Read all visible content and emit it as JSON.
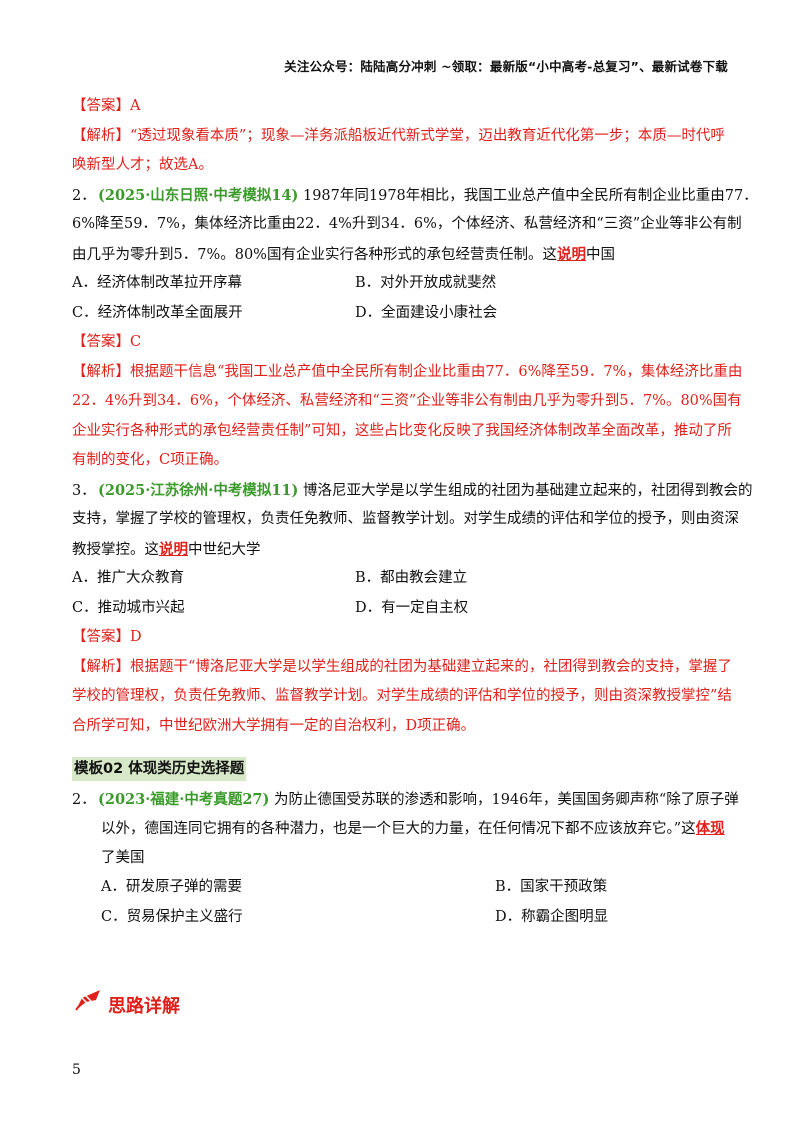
{
  "header": "关注公众号：陆陆高分冲刺 ~领取：最新版“小中高考-总复习”、最新试卷下载",
  "block1": {
    "answer": "【答案】A",
    "analysis_1": "【解析】“透过现象看本质”；现象—洋务派船板近代新式学堂，迈出教育近代化第一步；本质—时代呼",
    "analysis_2": "唤新型人才；故选A。"
  },
  "q2": {
    "num": "2．",
    "source": "(2025·山东日照·中考模拟14)",
    "line1": " 1987年同1978年相比，我国工业总产值中全民所有制企业比重由77．",
    "line2": "6%降至59．7%，集体经济比重由22．4%升到34．6%，个体经济、私营经济和“三资”企业等非公有制",
    "line3": "由几乎为零升到5．7%。80%国有企业实行各种形式的承包经营责任制。这",
    "keyword": "说明",
    "line3_end": "中国",
    "optA": "A．经济体制改革拉开序幕",
    "optB": "B．对外开放成就斐然",
    "optC": "C．经济体制改革全面展开",
    "optD": "D．全面建设小康社会",
    "answer": "【答案】C",
    "analysis_1": "【解析】根据题干信息“我国工业总产值中全民所有制企业比重由77．6%降至59．7%，集体经济比重由",
    "analysis_2": "22．4%升到34．6%，个体经济、私营经济和“三资”企业等非公有制由几乎为零升到5．7%。80%国有",
    "analysis_3": "企业实行各种形式的承包经营责任制”可知，这些占比变化反映了我国经济体制改革全面改革，推动了所",
    "analysis_4": "有制的变化，C项正确。"
  },
  "q3": {
    "num": "3．",
    "source": "(2025·江苏徐州·中考模拟11)",
    "line1": " 博洛尼亚大学是以学生组成的社团为基础建立起来的，社团得到教会的",
    "line2": "支持，掌握了学校的管理权，负责任免教师、监督教学计划。对学生成绩的评估和学位的授予，则由资深",
    "line3": "教授掌控。这",
    "keyword": "说明",
    "line3_end": "中世纪大学",
    "optA": "A．推广大众教育",
    "optB": "B．都由教会建立",
    "optC": "C．推动城市兴起",
    "optD": "D．有一定自主权",
    "answer": "【答案】D",
    "analysis_1": "【解析】根据题干“博洛尼亚大学是以学生组成的社团为基础建立起来的，社团得到教会的支持，掌握了",
    "analysis_2": "学校的管理权，负责任免教师、监督教学计划。对学生成绩的评估和学位的授予，则由资深教授掌控”结",
    "analysis_3": "合所学可知，中世纪欧洲大学拥有一定的自治权利，D项正确。"
  },
  "section_title": "模板02 体现类历史选择题",
  "q4": {
    "num": "2．",
    "source": "(2023·福建·中考真题27)",
    "line1": " 为防止德国受苏联的渗透和影响，1946年，美国国务卿声称“除了原子弹",
    "line2": "以外，德国连同它拥有的各种潜力，也是一个巨大的力量，在任何情况下都不应该放弃它。”这",
    "keyword": "体现",
    "line3": "了美国",
    "optA": "A．研发原子弹的需要",
    "optB": "B．国家干预政策",
    "optC": "C．贸易保护主义盛行",
    "optD": "D．称霸企图明显"
  },
  "think_label": "思路详解",
  "page_number": "5",
  "colors": {
    "accent_red": "#e0211b",
    "source_green": "#3a9a2a",
    "section_bg": "#d6e8c8"
  },
  "icons": {
    "think": "pencil-icon"
  }
}
